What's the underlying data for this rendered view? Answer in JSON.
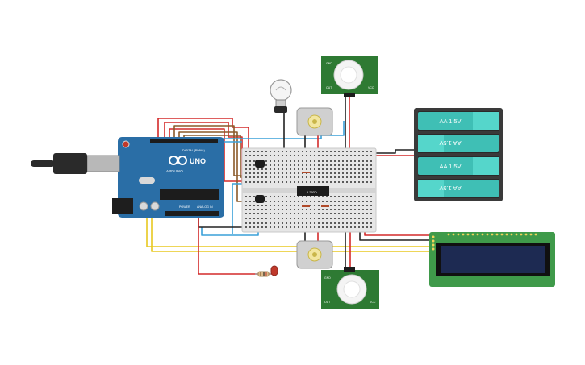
{
  "arduino": {
    "brand": "ARDUINO",
    "model": "UNO",
    "digital_label": "DIGITAL (PWM~)",
    "power_label": "POWER",
    "analog_label": "ANALOG IN"
  },
  "battery": {
    "cells": [
      {
        "label": "AA 1.5V",
        "flipped": false
      },
      {
        "label": "AA 1.5V",
        "flipped": true
      },
      {
        "label": "AA 1.5V",
        "flipped": false
      },
      {
        "label": "AA 1.5V",
        "flipped": true
      }
    ]
  },
  "ic_label": "L293D",
  "pir_top": {
    "pins": [
      "GND",
      "OUT",
      "VCC"
    ]
  },
  "pir_bottom": {
    "pins": [
      "GND",
      "OUT",
      "VCC"
    ]
  },
  "colors": {
    "arduino": "#2a6ea6",
    "breadboard": "#e6e6e6",
    "battery_case": "#3a3a3a",
    "battery_cell": "#3fbfb5",
    "lcd_board": "#3f9a4a",
    "lcd_screen": "#1d2a52",
    "pir_board": "#2e7a33",
    "wire_red": "#d42a2a",
    "wire_black": "#222222",
    "wire_yellow": "#e8c820",
    "wire_blue": "#3aa0d8",
    "wire_brown": "#8a5a2a"
  }
}
